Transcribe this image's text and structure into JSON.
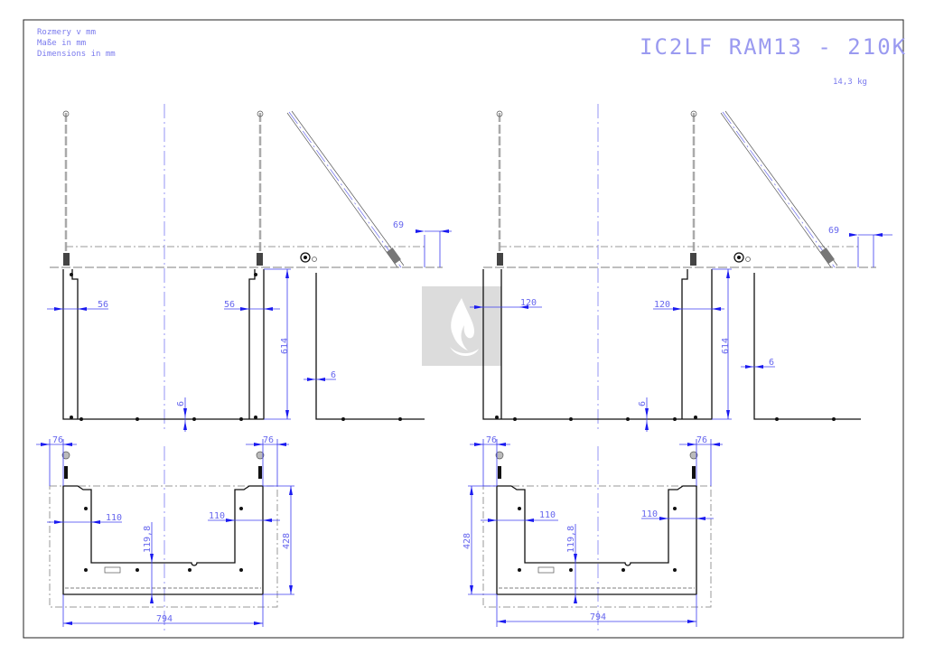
{
  "header": {
    "units_lines": [
      "Rozmery v mm",
      "Maße in mm",
      "Dimensions in mm"
    ],
    "title": "IC2LF RAM13 - 210K",
    "weight": "14,3 kg"
  },
  "left_unit": {
    "dims": {
      "strut_offset": "69",
      "wall_left": "56",
      "wall_right": "56",
      "height": "614",
      "bottom_thickness": "6",
      "side_thickness": "6",
      "hinge_left": "76",
      "hinge_right": "76",
      "inner_left": "110",
      "inner_right": "110",
      "inner_depth": "119,8",
      "depth": "428",
      "width": "794"
    }
  },
  "right_unit": {
    "dims": {
      "strut_offset": "69",
      "wall_left": "120",
      "wall_right": "120",
      "height": "614",
      "bottom_thickness": "6",
      "side_thickness": "6",
      "hinge_left": "76",
      "hinge_right": "76",
      "inner_left": "110",
      "inner_right": "110",
      "inner_depth": "119,8",
      "depth": "428",
      "width": "794"
    }
  },
  "colors": {
    "dimension": "#3c3cf0",
    "text": "#6666ee",
    "logo_bg": "#dcdcdc"
  }
}
